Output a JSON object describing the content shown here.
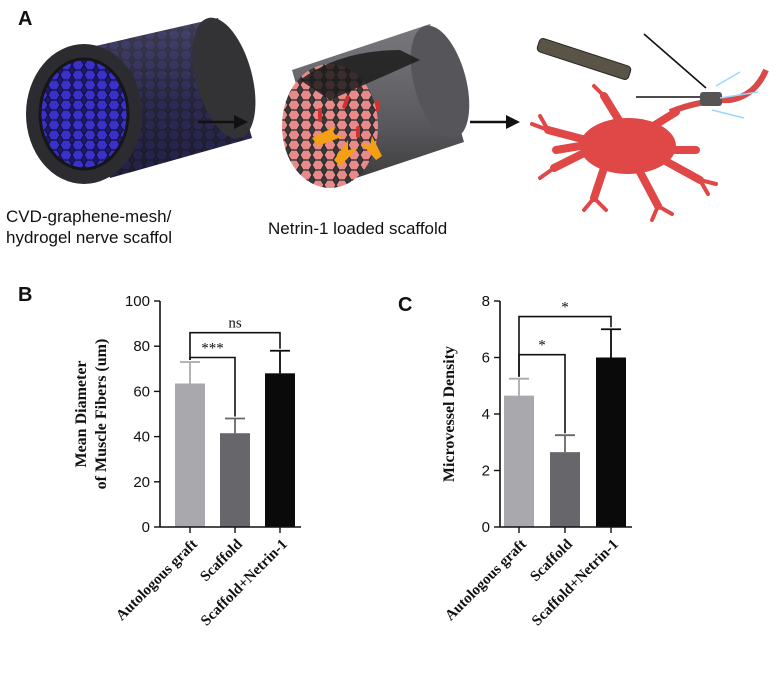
{
  "panels": {
    "a": {
      "letter": "A"
    },
    "b": {
      "letter": "B"
    },
    "c": {
      "letter": "C"
    }
  },
  "schematic": {
    "step1_caption_line1": "CVD-graphene-mesh/",
    "step1_caption_line2": "hydrogel nerve scaffol",
    "step2_caption": "Netrin-1 loaded scaffold"
  },
  "chart_data": [
    {
      "type": "bar",
      "panel": "B",
      "categories": [
        "Autologous graft",
        "Scaffold",
        "Scaffold+Netrin-1"
      ],
      "values": [
        63.5,
        41.5,
        68
      ],
      "errors": [
        9.5,
        6.5,
        10
      ],
      "colors": [
        "#a9a9ad",
        "#67676b",
        "#0a0a0a"
      ],
      "ylabel_line1": "Mean Diameter",
      "ylabel_line2": "of Muscle Fibers (um)",
      "ylim": [
        0,
        100
      ],
      "yticks": [
        "0",
        "20",
        "40",
        "60",
        "80",
        "100"
      ],
      "brackets": [
        {
          "from": 0,
          "to": 2,
          "label": "ns"
        },
        {
          "from": 0,
          "to": 1,
          "label": "***"
        }
      ]
    },
    {
      "type": "bar",
      "panel": "C",
      "categories": [
        "Autologous graft",
        "Scaffold",
        "Scaffold+Netrin-1"
      ],
      "values": [
        4.65,
        2.65,
        6.0
      ],
      "errors": [
        0.6,
        0.6,
        1.0
      ],
      "colors": [
        "#a9a9ad",
        "#67676b",
        "#0a0a0a"
      ],
      "ylabel": "Microvessel Density",
      "ylim": [
        0,
        8
      ],
      "yticks": [
        "0",
        "2",
        "4",
        "6",
        "8"
      ],
      "brackets": [
        {
          "from": 0,
          "to": 2,
          "label": "*"
        },
        {
          "from": 0,
          "to": 1,
          "label": "*"
        }
      ]
    }
  ]
}
